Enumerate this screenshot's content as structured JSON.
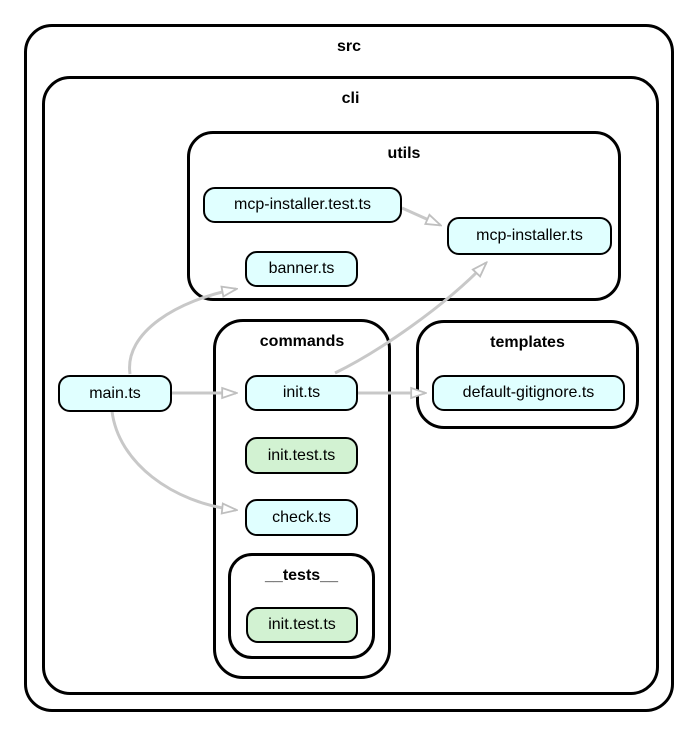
{
  "diagram": {
    "type": "dependency-graph",
    "clusters": {
      "src": {
        "label": "src"
      },
      "cli": {
        "label": "cli"
      },
      "utils": {
        "label": "utils"
      },
      "commands": {
        "label": "commands"
      },
      "templates": {
        "label": "templates"
      },
      "tests": {
        "label": "__tests__"
      }
    },
    "nodes": {
      "main_ts": {
        "label": "main.ts",
        "kind": "source"
      },
      "mcp_installer_test_ts": {
        "label": "mcp-installer.test.ts",
        "kind": "source"
      },
      "banner_ts": {
        "label": "banner.ts",
        "kind": "source"
      },
      "mcp_installer_ts": {
        "label": "mcp-installer.ts",
        "kind": "source"
      },
      "init_ts": {
        "label": "init.ts",
        "kind": "source"
      },
      "init_test_ts_commands": {
        "label": "init.test.ts",
        "kind": "test"
      },
      "check_ts": {
        "label": "check.ts",
        "kind": "source"
      },
      "init_test_ts_tests": {
        "label": "init.test.ts",
        "kind": "test"
      },
      "default_gitignore_ts": {
        "label": "default-gitignore.ts",
        "kind": "source"
      }
    },
    "edges": [
      {
        "from": "main.ts",
        "to": "init.ts"
      },
      {
        "from": "main.ts",
        "to": "banner.ts"
      },
      {
        "from": "main.ts",
        "to": "check.ts"
      },
      {
        "from": "mcp-installer.test.ts",
        "to": "mcp-installer.ts"
      },
      {
        "from": "init.ts",
        "to": "mcp-installer.ts"
      },
      {
        "from": "init.ts",
        "to": "default-gitignore.ts"
      }
    ],
    "colors": {
      "background": "#ffffff",
      "node_fill_source": "#e0ffff",
      "node_fill_test": "#d2f2d2",
      "node_border": "#000000",
      "cluster_border": "#000000",
      "edge_stroke": "#c8c8c8",
      "arrowhead_fill": "#ffffff",
      "arrowhead_stroke": "#bfbfbf"
    }
  }
}
